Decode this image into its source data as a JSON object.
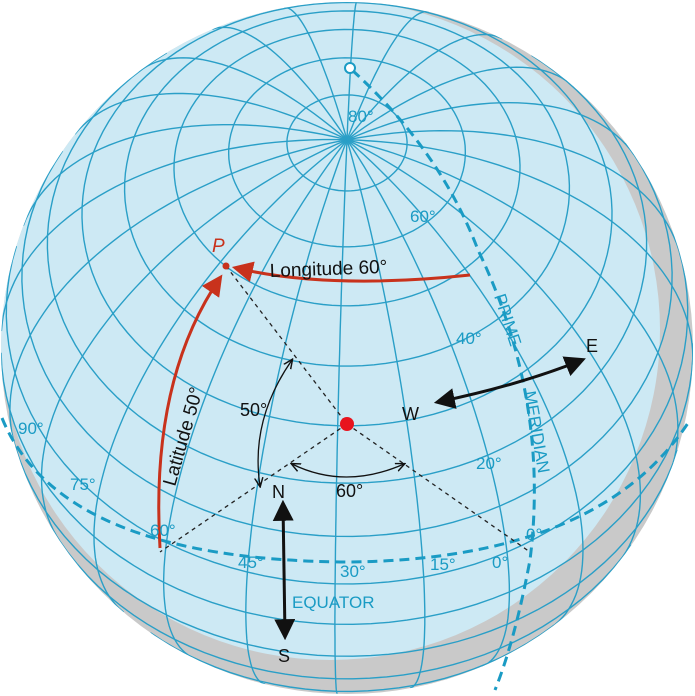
{
  "labels": {
    "point": "P",
    "longitude": "Longitude 60°",
    "latitude": "Latitude 50°",
    "prime": "PRIME",
    "meridian": "MERIDIAN",
    "equator": "EQUATOR",
    "angle_lat": "50°",
    "angle_lon": "60°",
    "north": "N",
    "south": "S",
    "east": "E",
    "west": "W"
  },
  "latitude_ticks": [
    "80°",
    "60°",
    "40°",
    "20°",
    "0°",
    "0°"
  ],
  "longitude_ticks": [
    "90°",
    "75°",
    "60°",
    "45°",
    "30°",
    "15°"
  ],
  "colors": {
    "ocean": "#cde9f4",
    "grid": "#2a9fc7",
    "shadow": "#c9c9c9",
    "accent_red": "#c8321c",
    "text_cyan": "#1a9bc4"
  }
}
